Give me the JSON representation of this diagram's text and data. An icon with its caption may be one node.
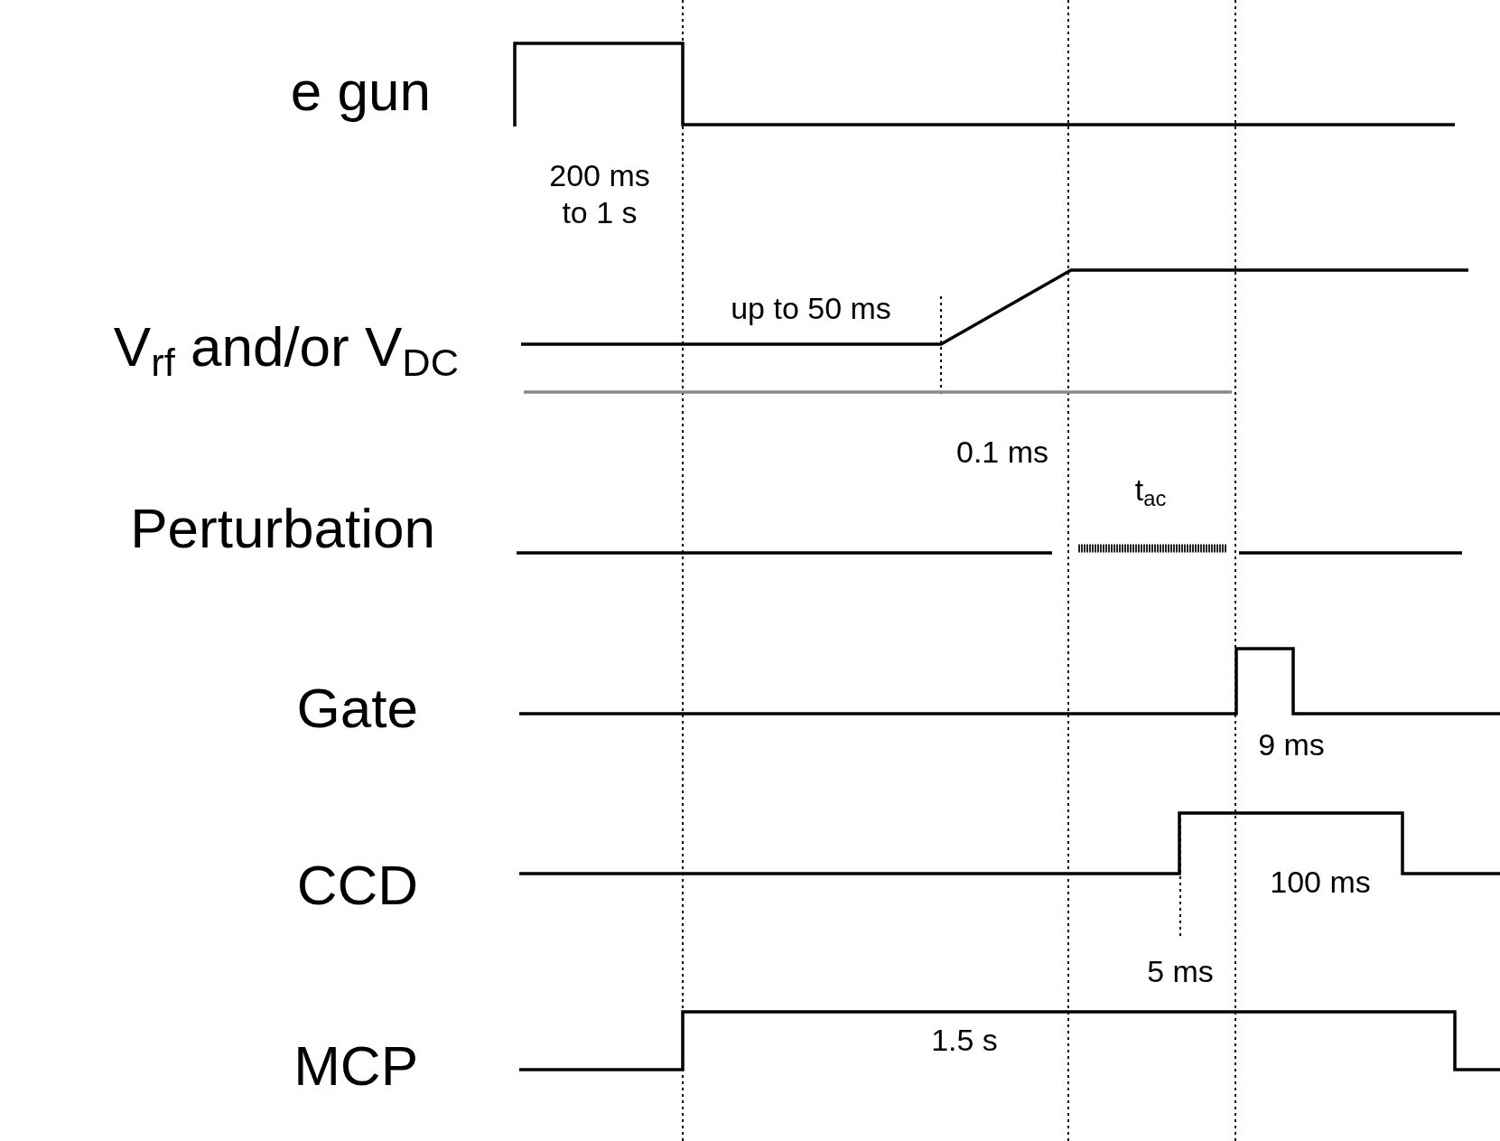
{
  "diagram": {
    "labels": [
      "e gun",
      "200 ms to 1 s",
      "V$_{rf}$ and/or V$_{DC}$",
      "up to 50 ms",
      "0.1 ms",
      "t$_{ac}$",
      "Perturbation",
      "Gate",
      "9 ms",
      "CCD",
      "100 ms",
      "5 ms",
      "MCP",
      "1.5 s"
    ]
  }
}
